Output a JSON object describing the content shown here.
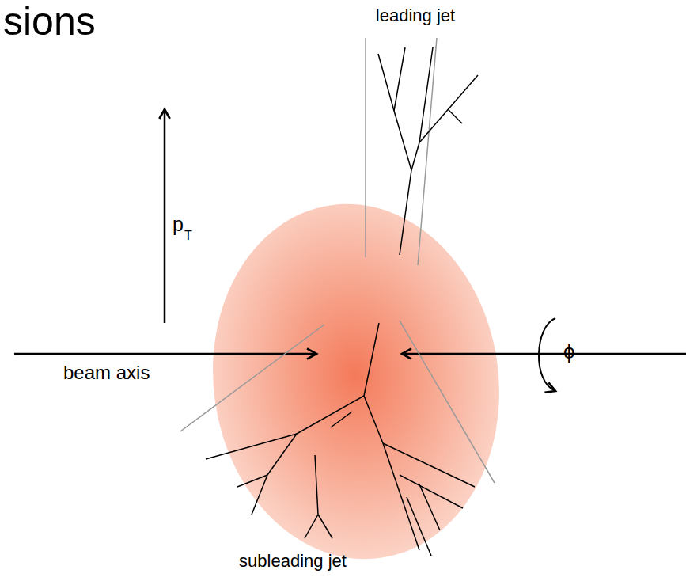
{
  "diagram": {
    "labels": [
      "sions",
      "leading jet",
      "p",
      "T",
      "beam axis",
      "ϕ",
      "subleading jet"
    ]
  }
}
